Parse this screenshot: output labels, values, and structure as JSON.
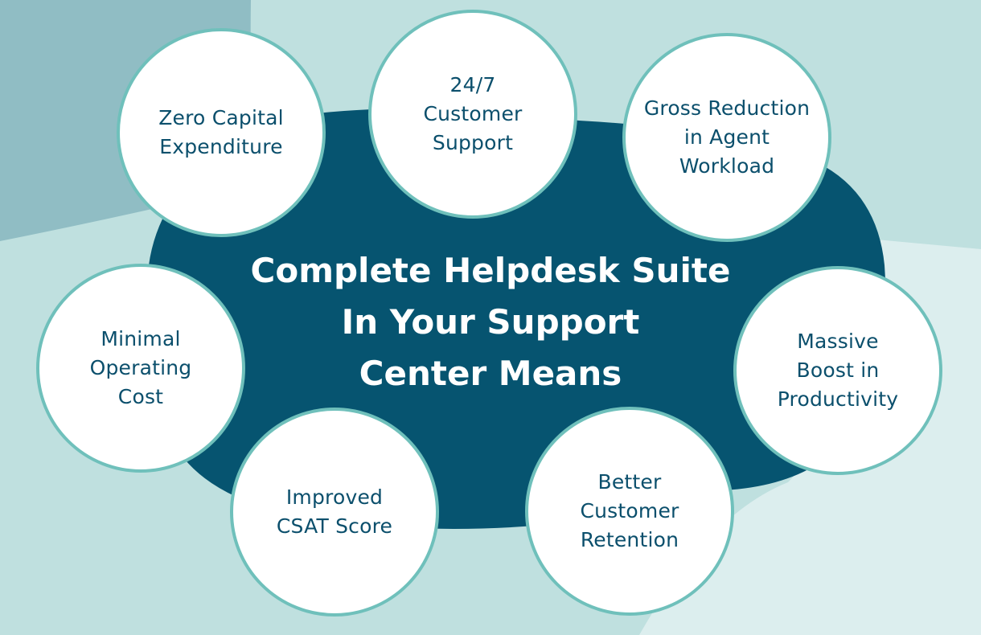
{
  "colors": {
    "blob": "#065470",
    "circle_border": "#6fc0bb",
    "text": "#0b4f6c",
    "bg_dark": "#90bdc4",
    "bg_mid": "#bfe0df",
    "bg_light": "#dceeee"
  },
  "title": "Complete Helpdesk Suite\nIn Your Support\nCenter Means",
  "benefits": [
    {
      "label": "Zero Capital\nExpenditure"
    },
    {
      "label": "24/7\nCustomer\nSupport"
    },
    {
      "label": "Gross Reduction\nin Agent\nWorkload"
    },
    {
      "label": "Minimal\nOperating\nCost"
    },
    {
      "label": "Massive\nBoost in\nProductivity"
    },
    {
      "label": "Improved\nCSAT Score"
    },
    {
      "label": "Better\nCustomer\nRetention"
    }
  ]
}
